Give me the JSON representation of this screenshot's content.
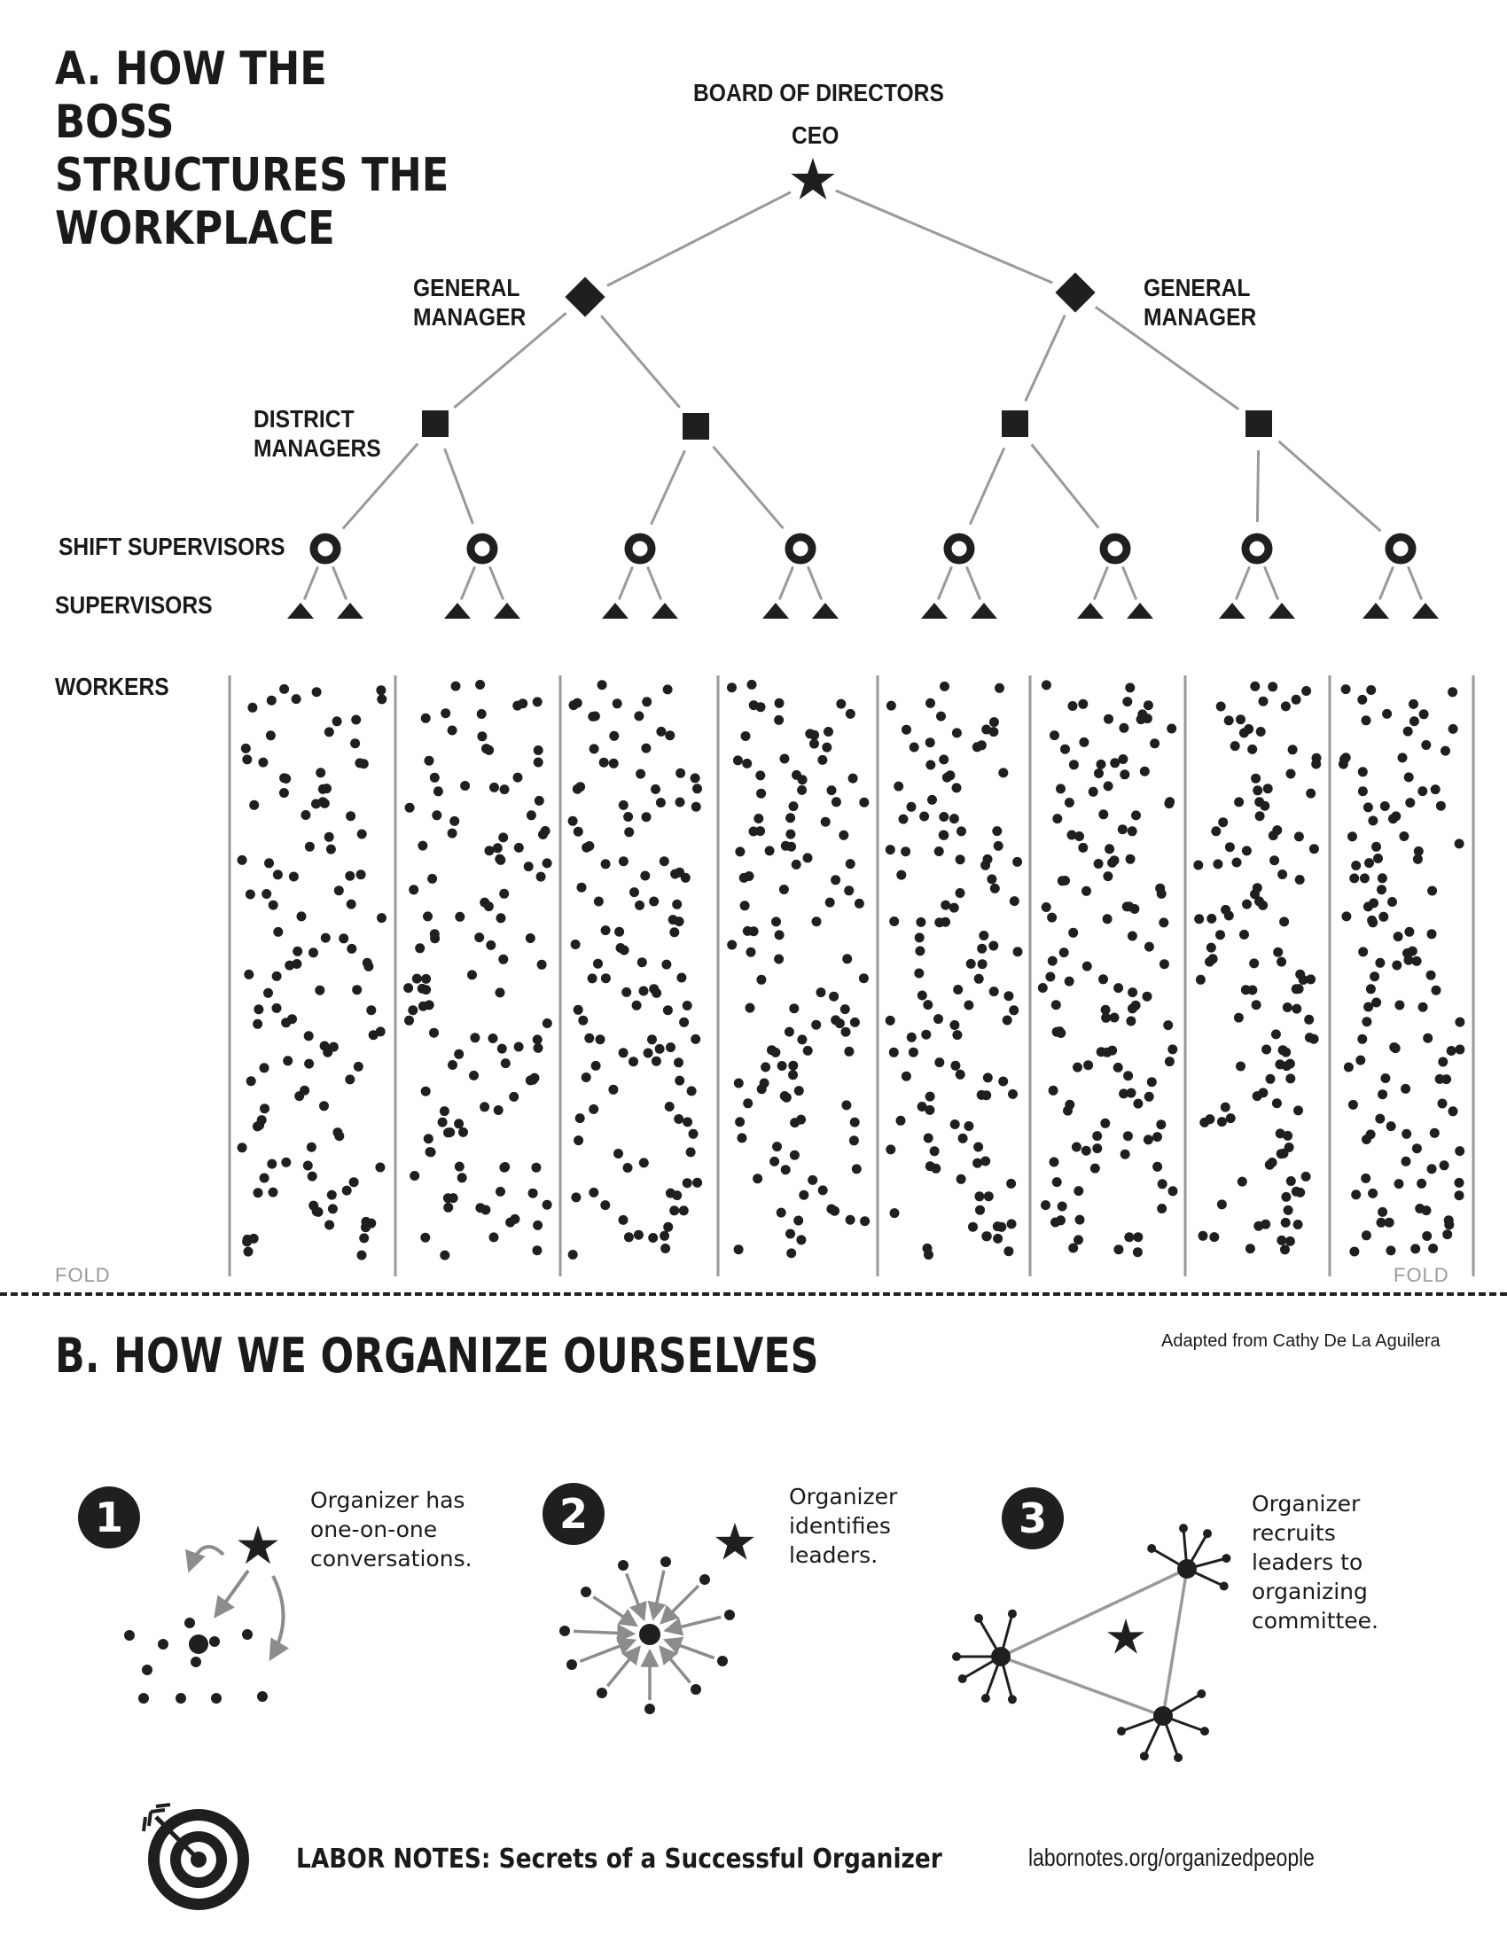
{
  "section_a": {
    "title_lines": [
      "A. HOW THE BOSS",
      "STRUCTURES THE",
      "WORKPLACE"
    ],
    "labels": {
      "board": "BOARD OF DIRECTORS",
      "ceo": "CEO",
      "gm_left": [
        "GENERAL",
        "MANAGER"
      ],
      "gm_right": [
        "GENERAL",
        "MANAGER"
      ],
      "district": [
        "DISTRICT",
        "MANAGERS"
      ],
      "shift": "SHIFT SUPERVISORS",
      "supervisors": "SUPERVISORS",
      "workers": "WORKERS"
    },
    "fold_left": "FOLD",
    "fold_right": "FOLD"
  },
  "section_b": {
    "title": "B. HOW WE ORGANIZE OURSELVES",
    "credit": "Adapted from Cathy De La Aguilera",
    "steps": [
      {
        "number": "1",
        "lines": [
          "Organizer has",
          "one-on-one",
          "conversations."
        ]
      },
      {
        "number": "2",
        "lines": [
          "Organizer",
          "identifies",
          "leaders."
        ]
      },
      {
        "number": "3",
        "lines": [
          "Organizer",
          "recruits",
          "leaders to",
          "organizing",
          "committee."
        ]
      }
    ]
  },
  "footer": {
    "title": "LABOR NOTES: Secrets of a Successful Organizer",
    "url": "labornotes.org/organizedpeople"
  },
  "colors": {
    "ink": "#1f1f1f",
    "line": "#9a9a9a",
    "arrow": "#8c8c8c"
  },
  "icons": [
    "star-icon",
    "diamond-icon",
    "square-icon",
    "ring-icon",
    "triangle-icon",
    "target-icon"
  ]
}
